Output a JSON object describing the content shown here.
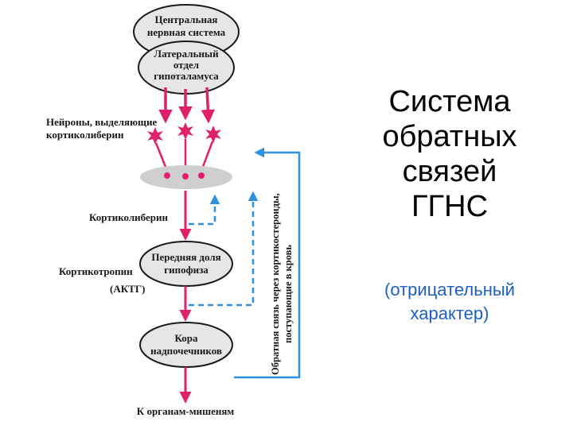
{
  "diagram": {
    "nodes": {
      "cns": [
        "Центральная",
        "нервная система"
      ],
      "hypothalamus": [
        "Латеральный",
        "отдел",
        "гипоталамуса"
      ],
      "pituitary": [
        "Передняя доля",
        "гипофиза"
      ],
      "adrenal": [
        "Кора",
        "надпочечников"
      ]
    },
    "labels": {
      "neurons": [
        "Нейроны, выделяющие",
        "кортиколиберин"
      ],
      "corticoliberin": "Кортиколиберин",
      "corticotropin": [
        "Кортикотропин",
        "(АКТГ)"
      ],
      "targets": "К органам-мишеням",
      "feedback": [
        "Обратная связь через кортикостероиды,",
        "поступающие в кровь"
      ]
    },
    "colors": {
      "stimulus_arrow": "#e0206a",
      "feedback_arrow": "#2f8fe0",
      "node_fill": "#e6e6e6",
      "median_eminence": "#cfcfcf"
    }
  },
  "title": [
    "Система",
    "обратных",
    "связей",
    "ГГНС"
  ],
  "subtitle": [
    "(отрицательный",
    "характер)"
  ],
  "subtitle_color": "#1f5fbf"
}
